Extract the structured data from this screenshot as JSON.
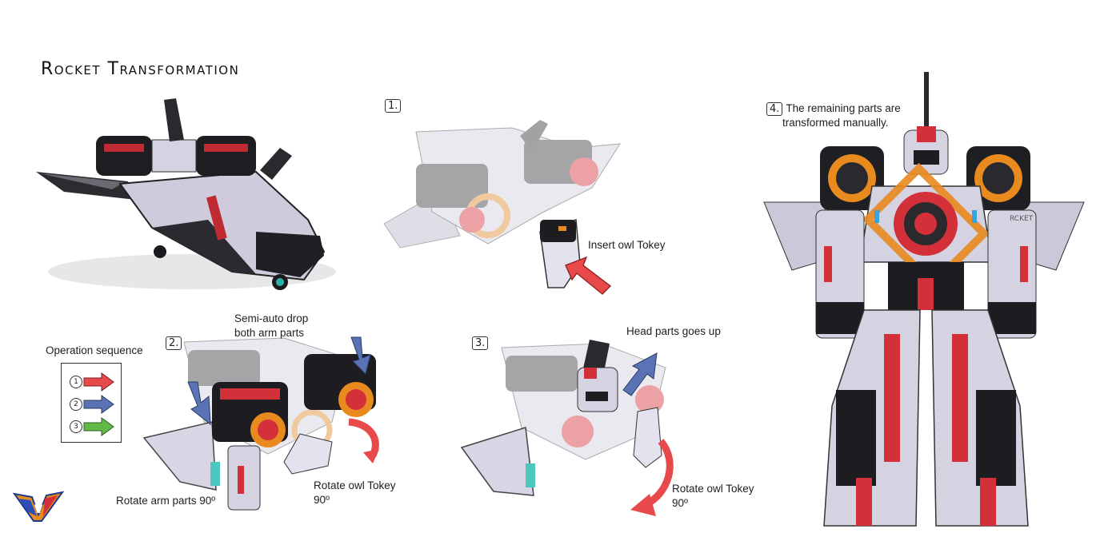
{
  "title": "Rocket Transformation",
  "steps": [
    {
      "number": "1.",
      "note": "Insert owl Tokey"
    },
    {
      "number": "2.",
      "note": "Semi-auto drop both arm parts",
      "note_line1": "Semi-auto drop",
      "note_line2": "both arm parts",
      "rotate_arm": "Rotate arm parts 90º",
      "rotate_owl_line1": "Rotate owl Tokey",
      "rotate_owl_line2": "90º"
    },
    {
      "number": "3.",
      "note": "Head parts goes up",
      "rotate_owl_line1": "Rotate owl Tokey",
      "rotate_owl_line2": "90º"
    },
    {
      "number": "4.",
      "note_line1": "The remaining parts are",
      "note_line2": "transformed manually."
    }
  ],
  "legend": {
    "title": "Operation sequence",
    "items": [
      {
        "number": "1",
        "color": "#e8494b"
      },
      {
        "number": "2",
        "color": "#5a73b5"
      },
      {
        "number": "3",
        "color": "#63b84a"
      }
    ]
  },
  "colors": {
    "red_arrow": "#e8494b",
    "blue_arrow": "#5a73b5",
    "green_arrow": "#63b84a",
    "body_lavender": "#c9c6d8",
    "body_dark": "#2a2a2e",
    "accent_orange": "#e88a1e",
    "accent_red": "#d3303a"
  },
  "robot_chest_text": "RCKET",
  "logo_text": "V"
}
